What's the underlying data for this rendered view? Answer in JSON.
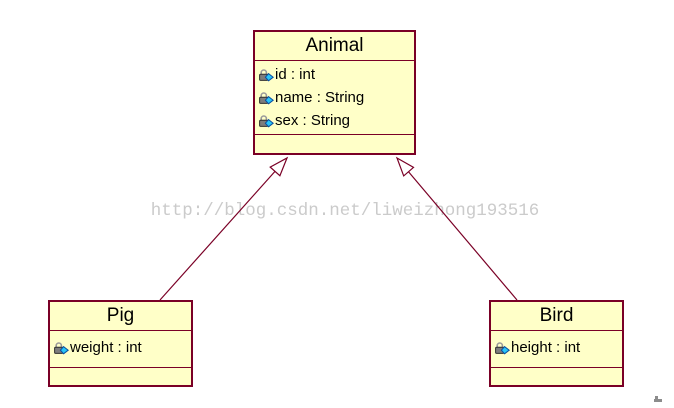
{
  "diagram": {
    "type": "uml-class-diagram",
    "watermark": "http://blog.csdn.net/liweizhong193516",
    "colors": {
      "class_fill": "#FFFFC8",
      "class_border": "#7A0026",
      "connector_line": "#7A0026",
      "watermark_text": "#CBCBCB",
      "attribute_icon_lock": "#7D7D7D",
      "attribute_icon_diamond": "#29C5F6"
    },
    "classes": [
      {
        "name": "Animal",
        "attributes": [
          "id : int",
          "name : String",
          "sex : String"
        ],
        "operations": []
      },
      {
        "name": "Pig",
        "attributes": [
          "weight : int"
        ],
        "operations": []
      },
      {
        "name": "Bird",
        "attributes": [
          "height : int"
        ],
        "operations": []
      }
    ],
    "relations": [
      {
        "type": "generalization",
        "from": "Pig",
        "to": "Animal"
      },
      {
        "type": "generalization",
        "from": "Bird",
        "to": "Animal"
      }
    ]
  }
}
